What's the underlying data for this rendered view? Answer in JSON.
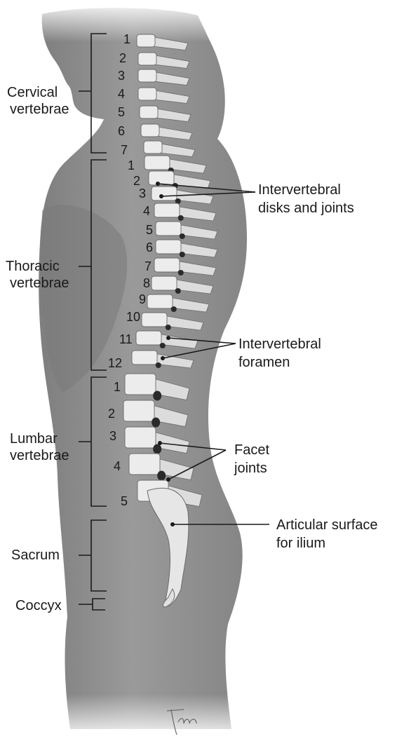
{
  "regions": {
    "cervical": [
      "Cervical",
      "vertebrae"
    ],
    "thoracic": [
      "Thoracic",
      "vertebrae"
    ],
    "lumbar": [
      "Lumbar",
      "vertebrae"
    ],
    "sacrum": "Sacrum",
    "coccyx": "Coccyx"
  },
  "numbers": {
    "cervical": [
      "1",
      "2",
      "3",
      "4",
      "5",
      "6",
      "7"
    ],
    "thoracic": [
      "1",
      "2",
      "3",
      "4",
      "5",
      "6",
      "7",
      "8",
      "9",
      "10",
      "11",
      "12"
    ],
    "lumbar": [
      "1",
      "2",
      "3",
      "4",
      "5"
    ]
  },
  "callouts": {
    "disks": [
      "Intervertebral",
      "disks and joints"
    ],
    "foramen": [
      "Intervertebral",
      "foramen"
    ],
    "facet": [
      "Facet",
      "joints"
    ],
    "articular": [
      "Articular surface",
      "for ilium"
    ]
  },
  "signature": "tina",
  "colors": {
    "body": "#8f8f8f",
    "bone": "#e9e9e9",
    "ink": "#1a1a1a"
  }
}
